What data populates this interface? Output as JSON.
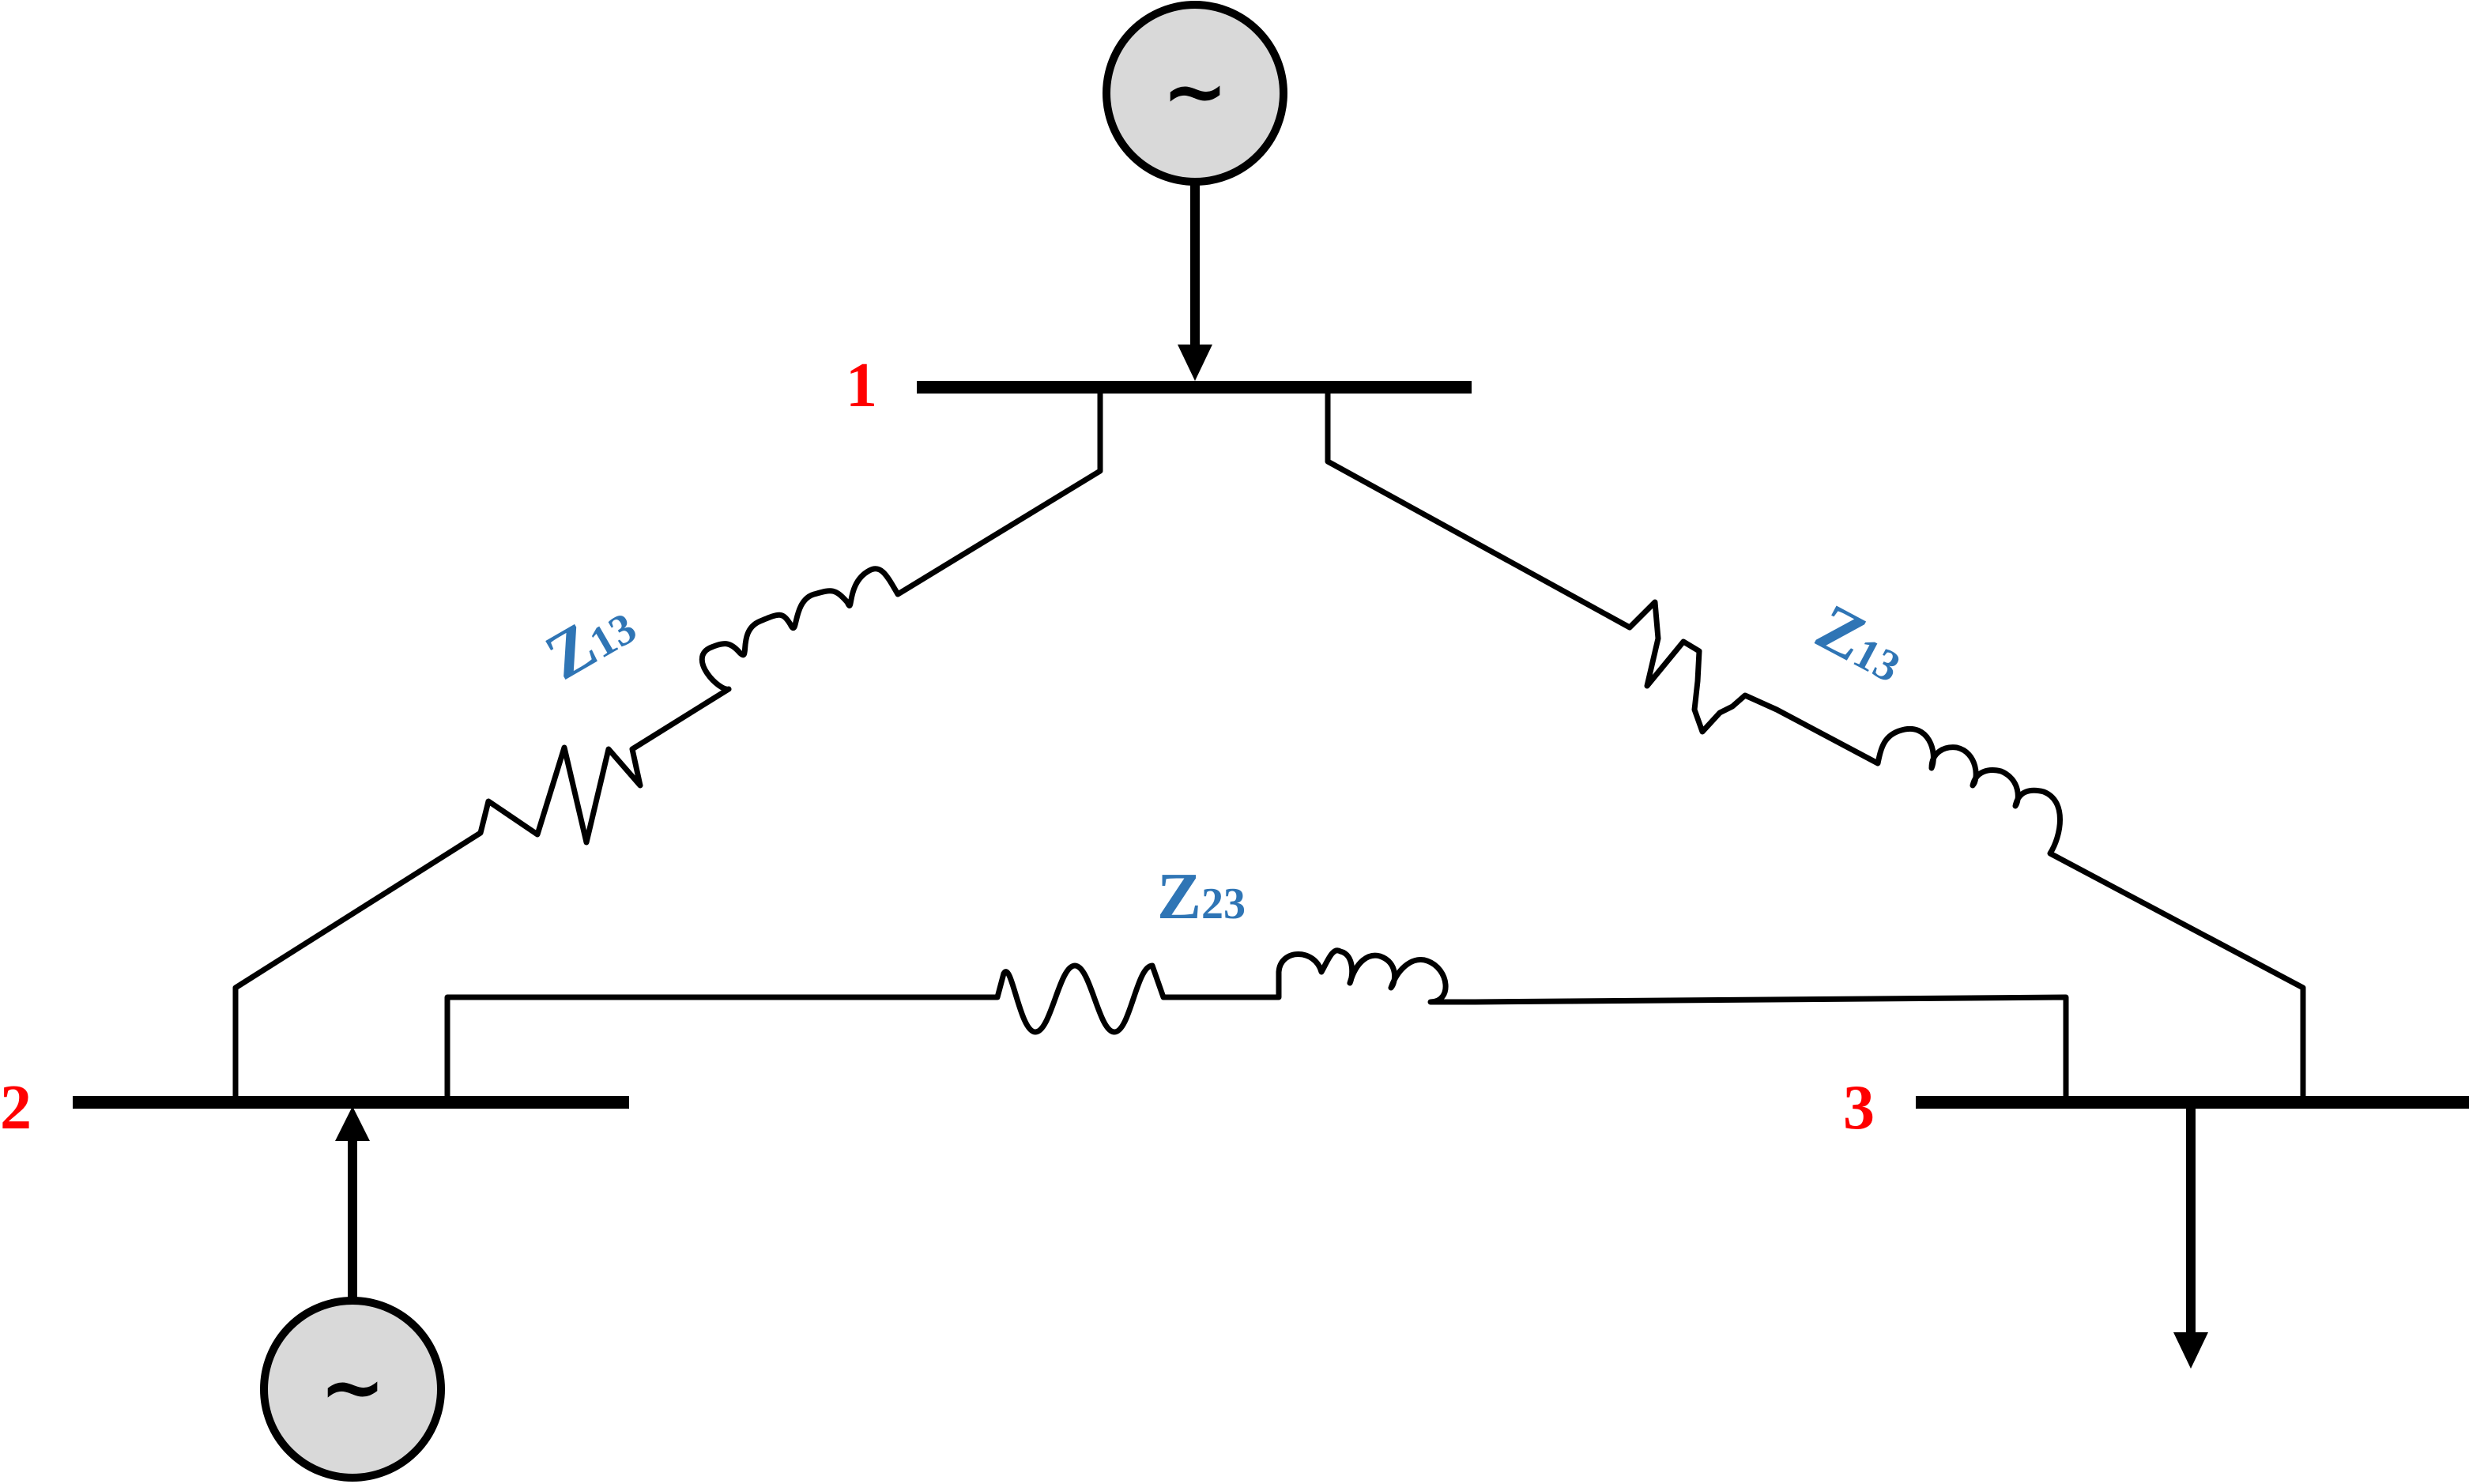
{
  "colors": {
    "line": "#000000",
    "bus_label": "#ff0000",
    "impedance_label": "#2f75b5",
    "generator_fill": "#d9d9d9"
  },
  "buses": [
    {
      "id": "bus-1",
      "label": "1"
    },
    {
      "id": "bus-2",
      "label": "2"
    },
    {
      "id": "bus-3",
      "label": "3"
    }
  ],
  "generators": [
    {
      "id": "gen-1",
      "bus": "1",
      "symbol": "~",
      "icon": "ac-source-icon"
    },
    {
      "id": "gen-2",
      "bus": "2",
      "symbol": "~",
      "icon": "ac-source-icon"
    }
  ],
  "loads": [
    {
      "id": "load-3",
      "bus": "3",
      "icon": "load-arrow-icon"
    }
  ],
  "lines": [
    {
      "id": "line-1-2",
      "from": "1",
      "to": "2",
      "label_main": "Z",
      "label_sub": "13"
    },
    {
      "id": "line-1-3",
      "from": "1",
      "to": "3",
      "label_main": "Z",
      "label_sub": "13"
    },
    {
      "id": "line-2-3",
      "from": "2",
      "to": "3",
      "label_main": "Z",
      "label_sub": "23"
    }
  ]
}
